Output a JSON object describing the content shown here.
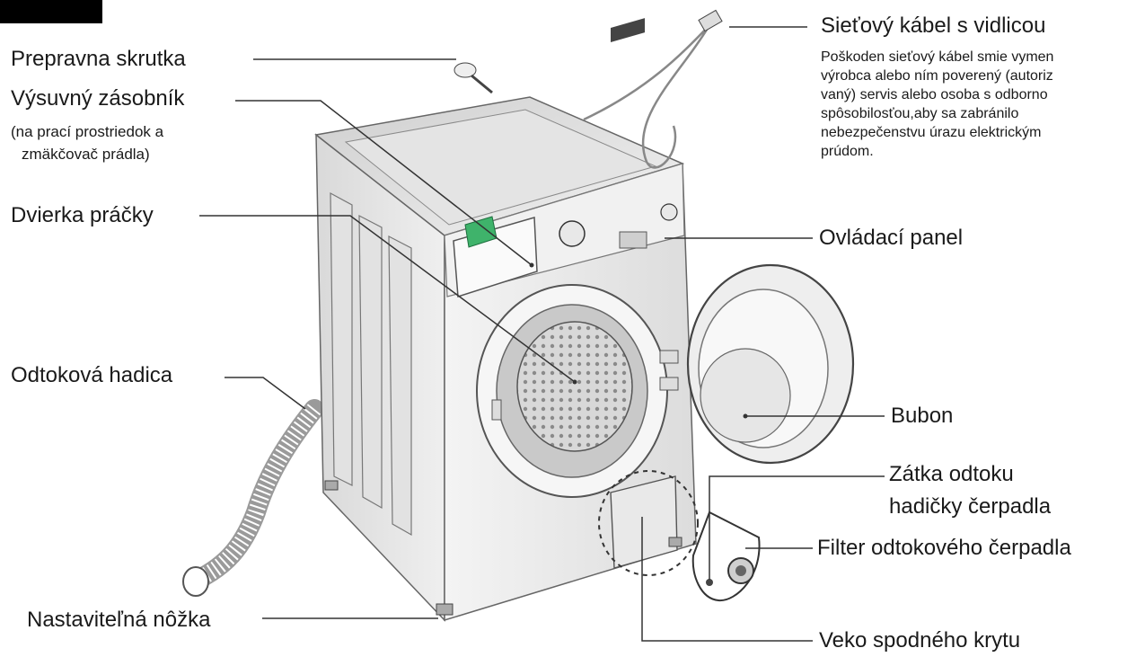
{
  "labels": {
    "prepravna_skrutka": "Prepravna skrutka",
    "vysuvny_zasobnik": "Výsuvný zásobník",
    "zasobnik_note_1": "(na prací prostriedok a",
    "zasobnik_note_2": "zmäkčovač prádla)",
    "dvierka": "Dvierka práčky",
    "odtokova_hadica": "Odtoková hadica",
    "nozka": "Nastaviteľná nôžka",
    "sietovy_kabel": "Sieťový kábel s vidlicou",
    "kabel_note": [
      "Poškoden sieťový kábel smie vymen",
      "výrobca alebo ním poverený (autoriz",
      "vaný) servis alebo osoba s odborno",
      "spôsobilosťou,aby sa zabránilo",
      "nebezpečenstvu úrazu elektrickým",
      "prúdom."
    ],
    "ovladaci_panel": "Ovládací panel",
    "bubon": "Bubon",
    "zatka_1": "Zátka odtoku",
    "zatka_2": "hadičky čerpadla",
    "filter": "Filter odtokového čerpadla",
    "veko": "Veko spodného krytu"
  },
  "colors": {
    "line": "#333333",
    "body": "#e9e9e9",
    "accent_green": "#3fb36b"
  }
}
